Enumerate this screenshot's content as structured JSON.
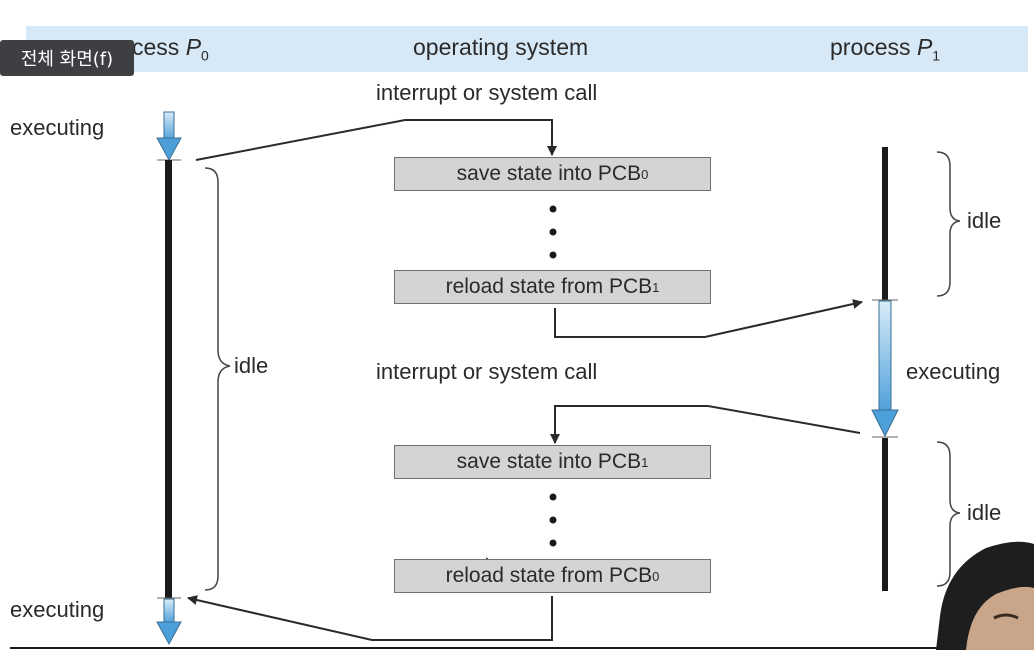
{
  "header": {
    "p0_prefix": "cess ",
    "p0_letter": "P",
    "p0_sub": "0",
    "os": "operating system",
    "p1_prefix": "process ",
    "p1_letter": "P",
    "p1_sub": "1"
  },
  "tooltip": {
    "text": "전체 화면(f)"
  },
  "labels": {
    "executing_top": "executing",
    "executing_bottom": "executing",
    "executing_right": "executing",
    "idle_left": "idle",
    "idle_right_top": "idle",
    "idle_right_bottom": "idle",
    "interrupt_1": "interrupt or system call",
    "interrupt_2": "interrupt or system call"
  },
  "boxes": {
    "save_0": {
      "text": "save state into PCB",
      "sub": "0"
    },
    "reload_1": {
      "text": "reload state from PCB",
      "sub": "1"
    },
    "save_1": {
      "text": "save state into PCB",
      "sub": "1"
    },
    "reload_0": {
      "text": "reload state from PCB",
      "sub": "0"
    }
  },
  "colors": {
    "header_band": "#d7e8f6",
    "box_fill": "#d4d4d4",
    "executing_arrow": "#5aa7dc",
    "timeline": "#1a1a1a"
  }
}
